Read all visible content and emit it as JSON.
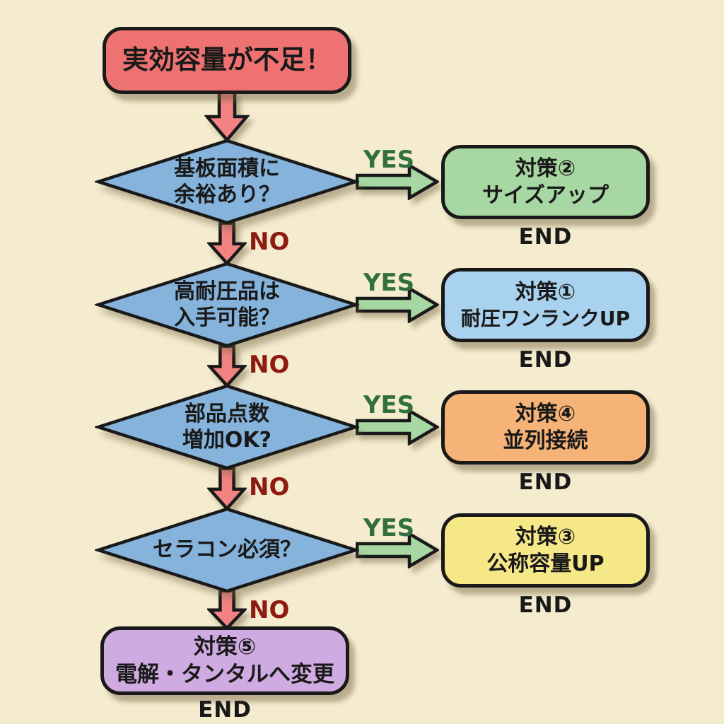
{
  "labels": {
    "yes": "YES",
    "no": "NO",
    "end": "END"
  },
  "start": {
    "label": "実効容量が不足！",
    "fill": "#ee7272"
  },
  "decisions": [
    {
      "question_line1": "基板面積に",
      "question_line2": "余裕あり？",
      "fill": "#85b3dc",
      "result": {
        "title": "対策②",
        "subtitle": "サイズアップ",
        "fill": "#a7d8a3"
      }
    },
    {
      "question_line1": "高耐圧品は",
      "question_line2": "入手可能？",
      "fill": "#85b3dc",
      "result": {
        "title": "対策①",
        "subtitle": "耐圧ワンランクUP",
        "fill": "#a9d2ef"
      }
    },
    {
      "question_line1": "部品点数",
      "question_line2": "増加OK?",
      "fill": "#85b3dc",
      "result": {
        "title": "対策④",
        "subtitle": "並列接続",
        "fill": "#f5b377"
      }
    },
    {
      "question_line1": "セラコン必須？",
      "question_line2": "",
      "fill": "#85b3dc",
      "result": {
        "title": "対策③",
        "subtitle": "公称容量UP",
        "fill": "#f6e787"
      }
    }
  ],
  "final": {
    "title": "対策⑤",
    "subtitle": "電解・タンタルへ変更",
    "fill": "#cfabe1"
  },
  "colors": {
    "background": "#f5ecd0",
    "outline": "#191919",
    "down_arrow": "#f38383",
    "yes_arrow": "#a7d8a3",
    "yes_text": "#31703d",
    "no_text": "#8e1b12",
    "end_text": "#191919"
  }
}
